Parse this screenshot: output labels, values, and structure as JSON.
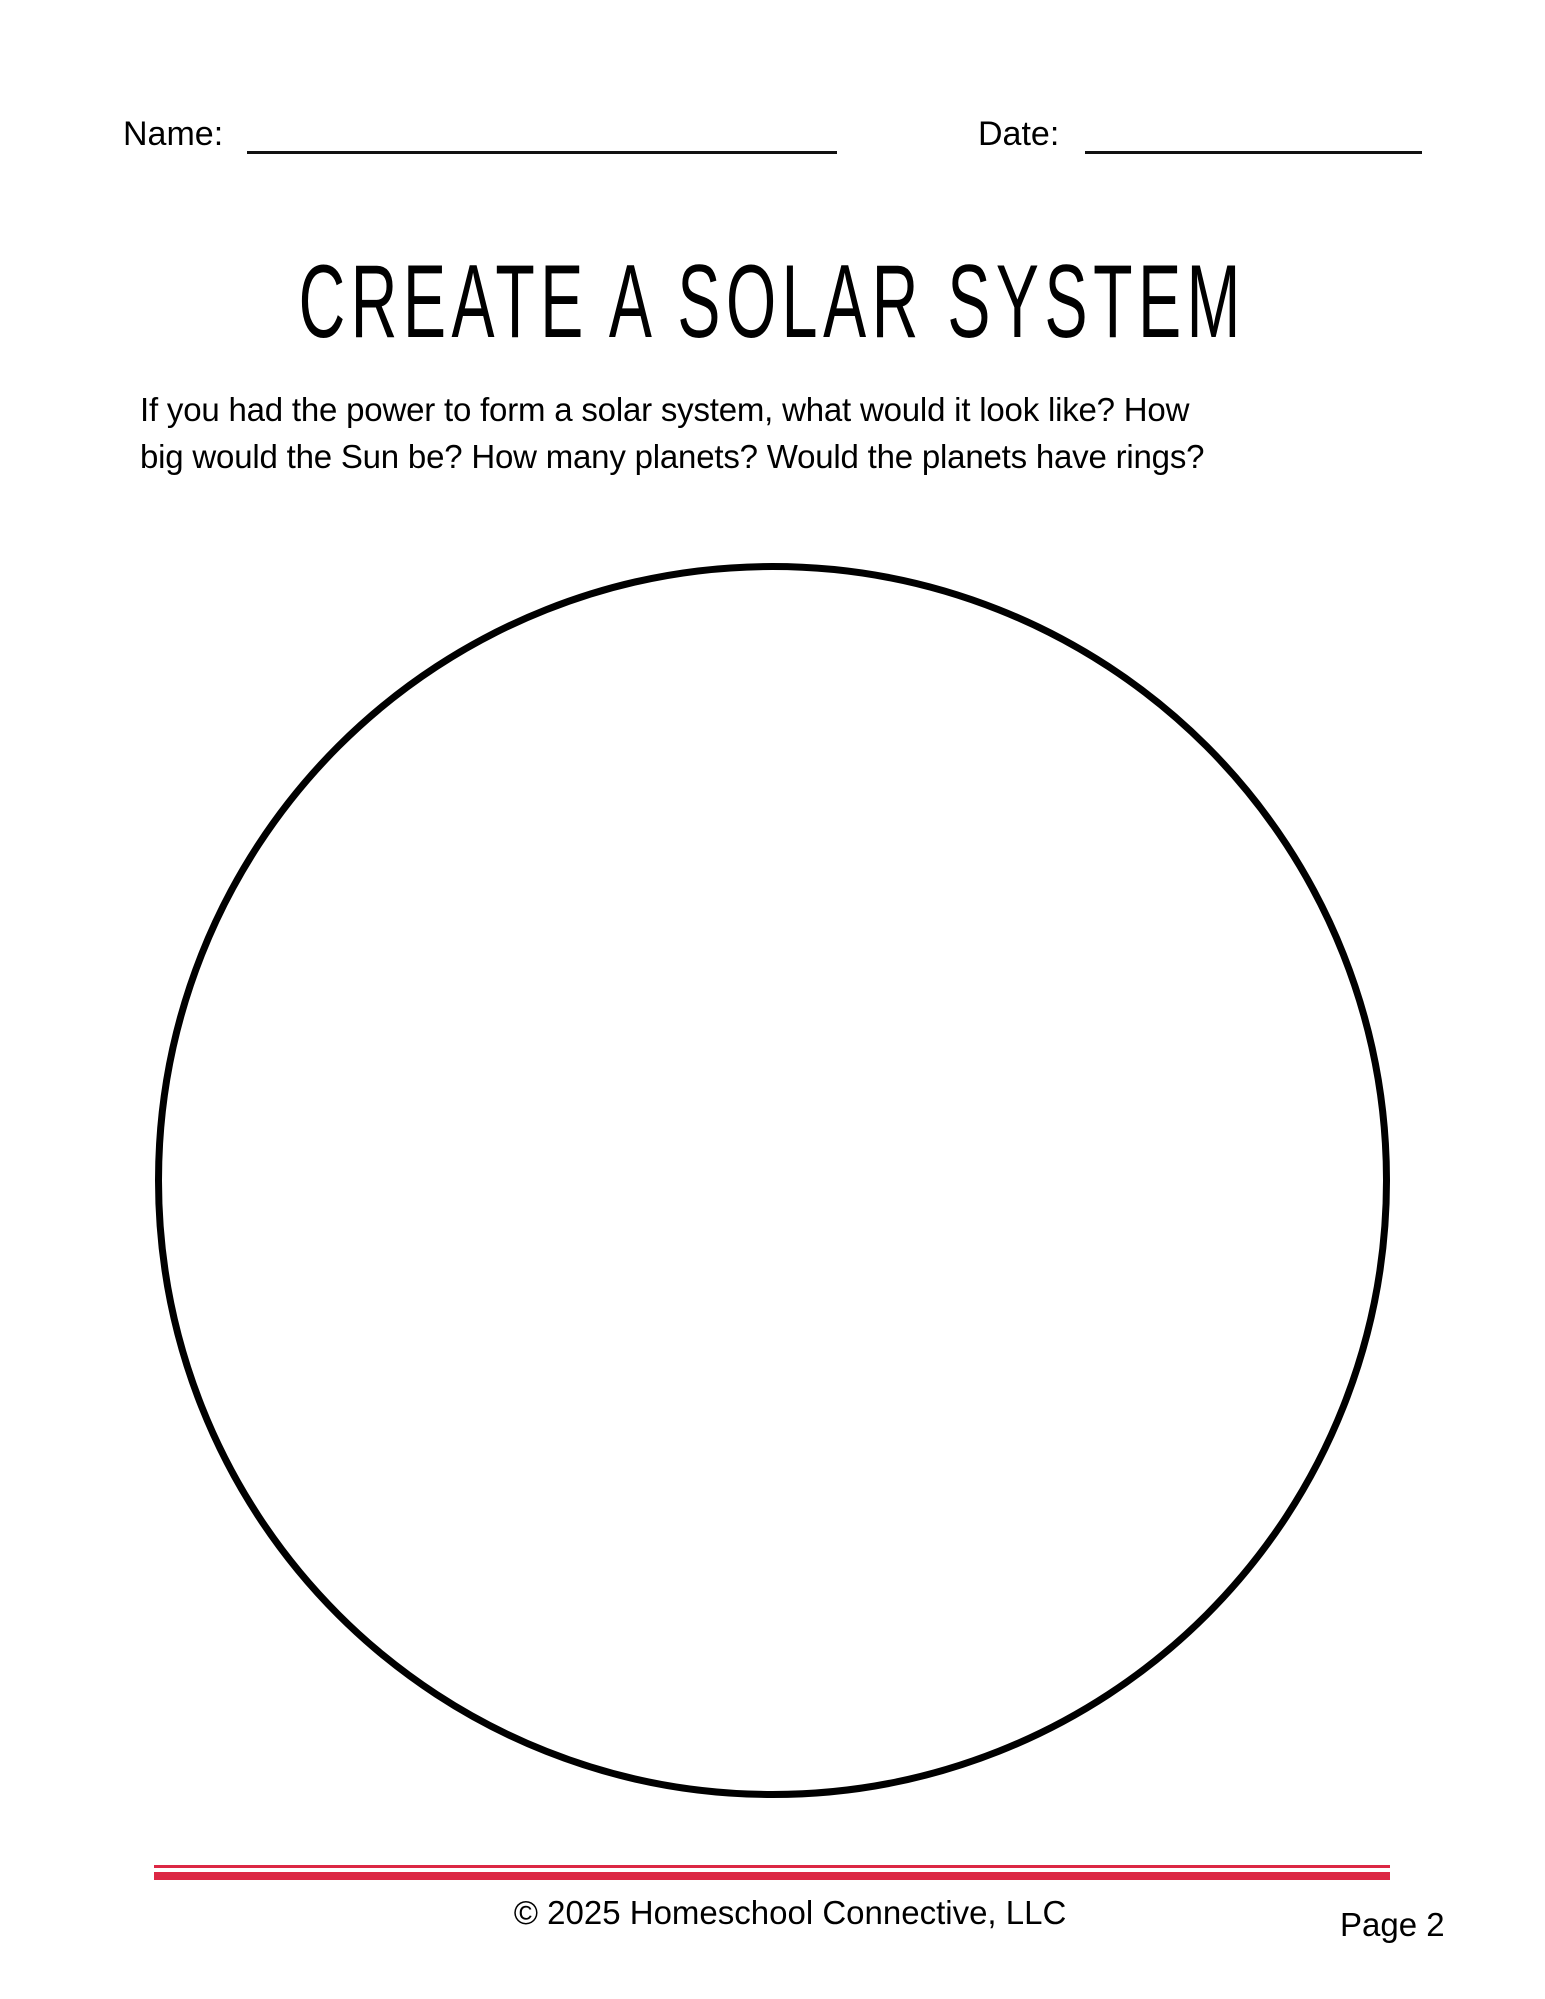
{
  "header": {
    "name_label": "Name:",
    "date_label": "Date:"
  },
  "title": "CREATE A SOLAR SYSTEM",
  "prompt": {
    "line1": "If you had the power to form a solar system, what would it look like? How",
    "line2": "big would the Sun be? How many planets? Would the planets have rings?"
  },
  "drawing_area": {
    "shape": "circle",
    "stroke_color": "#000000"
  },
  "footer": {
    "rule_color": "#dc2744",
    "copyright": "© 2025 Homeschool Connective, LLC",
    "page_label": "Page 2"
  }
}
